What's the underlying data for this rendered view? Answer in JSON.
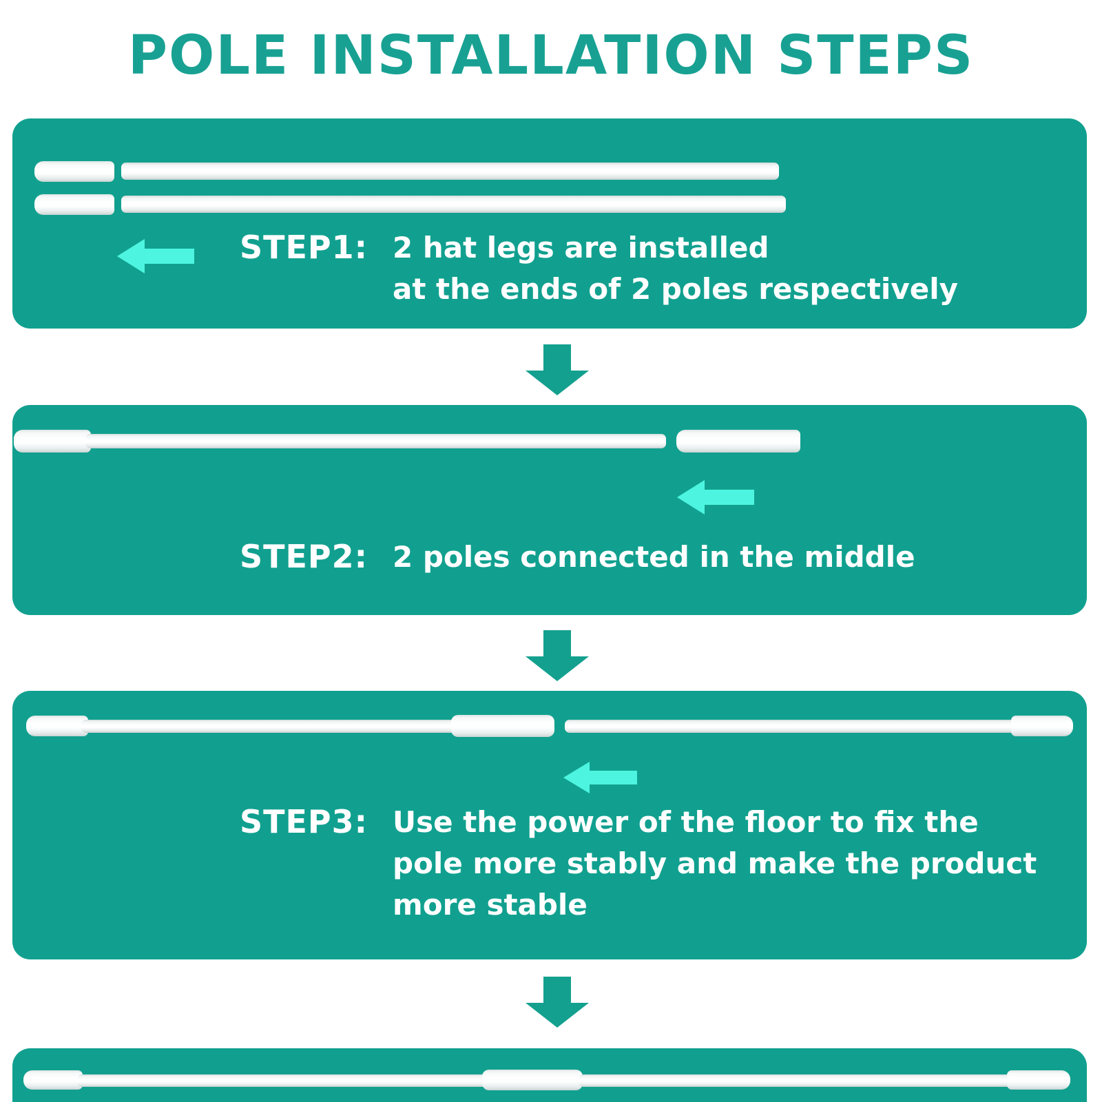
{
  "title": "POLE INSTALLATION STEPS",
  "colors": {
    "panel_teal": "#11a08f",
    "title_teal": "#18a193",
    "arrow_cyan": "#4df5e0",
    "arrow_down_teal": "#13a08f",
    "pole_white": "#ffffff",
    "page_background": "#ffffff"
  },
  "steps": [
    {
      "label": "STEP1:",
      "body": "2 hat legs are installed\nat the ends of 2 poles respectively",
      "arrow_icon": "arrow-left-icon",
      "parts": [
        "hat-leg-cap-top",
        "hat-leg-cap-bottom",
        "pole-rod-top",
        "pole-rod-bottom"
      ]
    },
    {
      "label": "STEP2:",
      "body": "2 poles connected in the middle",
      "arrow_icon": "arrow-left-icon",
      "parts": [
        "capped-pole",
        "connector-sleeve"
      ]
    },
    {
      "label": "STEP3:",
      "body": "Use the power of the floor to fix the\npole more stably and make the product\nmore stable",
      "arrow_icon": "arrow-left-icon",
      "parts": [
        "left-pole-with-cap",
        "center-connector",
        "right-pole-with-cap"
      ]
    },
    {
      "label": "",
      "body": "",
      "arrow_icon": "",
      "parts": [
        "assembled-pole"
      ]
    }
  ],
  "flow_arrows": [
    "arrow-down-icon-1",
    "arrow-down-icon-2",
    "arrow-down-icon-3"
  ]
}
